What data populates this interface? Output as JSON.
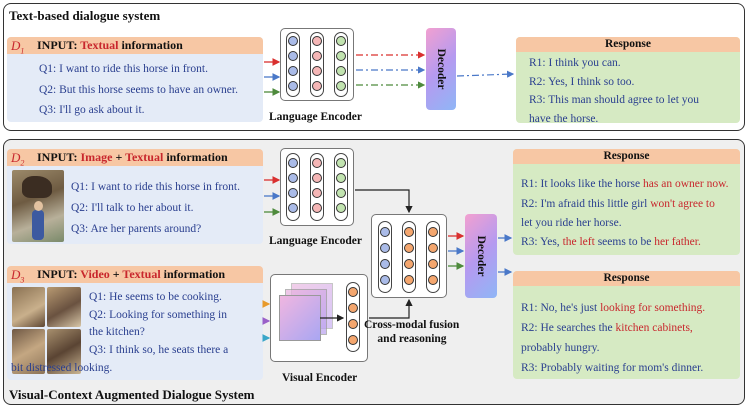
{
  "top_section": {
    "title": "Text-based dialogue system",
    "input": {
      "label_main": "D",
      "label_sub": "1",
      "head_prefix": "INPUT: ",
      "head_highlight": "Textual",
      "head_suffix": " information",
      "questions": [
        "Q1: I want to ride this horse in front.",
        "Q2: But this horse seems to have an owner.",
        "Q3: I'll go ask about it."
      ]
    },
    "encoder_label": "Language Encoder",
    "decoder_label": "Decoder",
    "response": {
      "title": "Response",
      "r1": "R1: I think you can.",
      "r2": "R2: Yes, I think so too.",
      "r3_line1": "R3:  This  man  should  agree  to  let  you",
      "r3_line2": "have the horse."
    }
  },
  "bottom_section": {
    "title": "Visual-Context Augmented Dialogue System",
    "input2": {
      "label_main": "D",
      "label_sub": "2",
      "head_prefix": "INPUT: ",
      "head_highlight1": "Image",
      "head_mid": " + ",
      "head_highlight2": "Textual",
      "head_suffix": " information",
      "questions": [
        "Q1: I want to ride this horse in front.",
        "Q2: I'll talk to her about it.",
        "Q3: Are her parents around?"
      ]
    },
    "input3": {
      "label_main": "D",
      "label_sub": "3",
      "head_prefix": "INPUT: ",
      "head_highlight1": "Video",
      "head_mid": " + ",
      "head_highlight2": "Textual",
      "head_suffix": " information",
      "questions": [
        "Q1: He seems to be cooking.",
        "Q2:  Looking  for  something  in",
        "the kitchen?",
        "Q3:  I think so, he seats there a",
        "bit distressed looking."
      ]
    },
    "language_encoder_label": "Language Encoder",
    "visual_encoder_label": "Visual Encoder",
    "fusion_label_line1": "Cross-modal fusion",
    "fusion_label_line2": "and reasoning",
    "decoder_label": "Decoder",
    "response1": {
      "title": "Response",
      "r1_prefix": "R1: It looks like the horse ",
      "r1_highlight": "has an owner now.",
      "r2_prefix": "R2:  I'm  afraid  this  little  girl  ",
      "r2_highlight": "won't  agree  to",
      "r2_line2": "let you ride her horse.",
      "r3_prefix": "R3: Yes, ",
      "r3_highlight1": "the left",
      "r3_mid": " seems to be ",
      "r3_highlight2": "her father."
    },
    "response2": {
      "title": "Response",
      "r1_prefix": "R1: No, he's just ",
      "r1_highlight": "looking for something.",
      "r2_prefix": "R2:  He  searches  the  ",
      "r2_highlight": "kitchen  cabinets,",
      "r2_line2": "probably hungry.",
      "r3": "R3: Probably waiting for mom's dinner."
    }
  },
  "colors": {
    "highlight": "#c8272d",
    "input_bg": "#e4ebf7",
    "header_bg": "#f7c7a4",
    "response_bg": "#d6eac3",
    "neuron_blue": "#aabbe8",
    "neuron_pink": "#f5b6b6",
    "neuron_green": "#c2e4b0",
    "neuron_orange": "#f4a66e"
  }
}
